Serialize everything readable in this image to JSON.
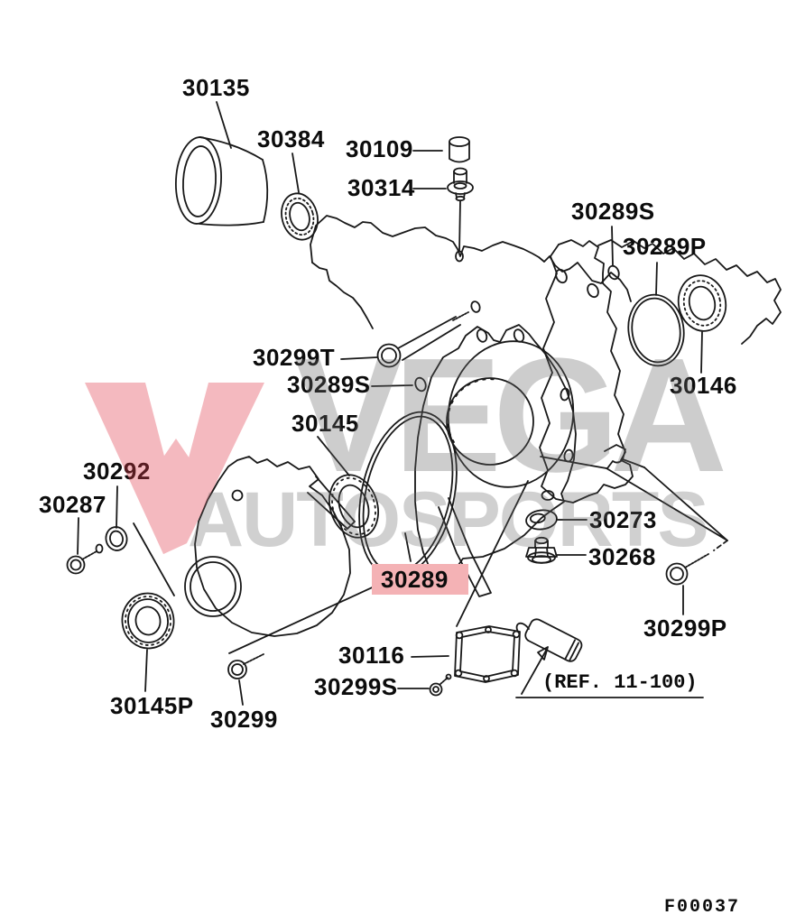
{
  "diagram": {
    "watermark": {
      "line1": "VEGA",
      "line2": "AUTOSPORTS"
    },
    "figure_code": "F00037",
    "ref_note": "(REF. 11-100)",
    "highlighted_part": "30289",
    "highlight_color": "#f4b2b5",
    "watermark_pink": "#e23a4a",
    "watermark_gray": "#666666",
    "line_color": "#181818",
    "parts": [
      {
        "label": "30135"
      },
      {
        "label": "30384"
      },
      {
        "label": "30109"
      },
      {
        "label": "30314"
      },
      {
        "label": "30289S"
      },
      {
        "label": "30289P"
      },
      {
        "label": "30146"
      },
      {
        "label": "30299T"
      },
      {
        "label": "30289S"
      },
      {
        "label": "30145"
      },
      {
        "label": "30292"
      },
      {
        "label": "30287"
      },
      {
        "label": "30273"
      },
      {
        "label": "30268"
      },
      {
        "label": "30289"
      },
      {
        "label": "30299P"
      },
      {
        "label": "30116"
      },
      {
        "label": "30299S"
      },
      {
        "label": "30299"
      },
      {
        "label": "30145P"
      }
    ]
  }
}
